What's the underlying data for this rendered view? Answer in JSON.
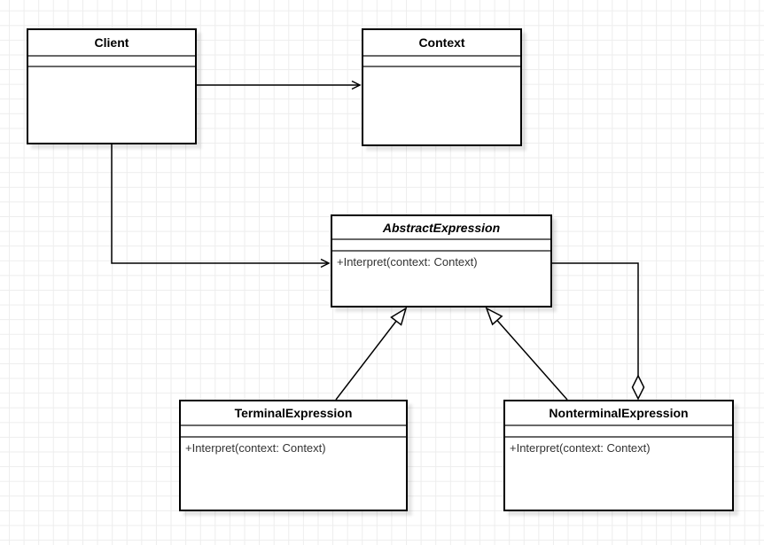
{
  "diagram": {
    "kind": "uml-class-diagram",
    "pattern": "Interpreter"
  },
  "classes": [
    {
      "id": "client",
      "name": "Client",
      "abstract": false,
      "methods": []
    },
    {
      "id": "context",
      "name": "Context",
      "abstract": false,
      "methods": []
    },
    {
      "id": "abstract-expression",
      "name": "AbstractExpression",
      "abstract": true,
      "methods": [
        "+Interpret(context: Context)"
      ]
    },
    {
      "id": "terminal-expression",
      "name": "TerminalExpression",
      "abstract": false,
      "methods": [
        "+Interpret(context: Context)"
      ]
    },
    {
      "id": "nonterminal-expression",
      "name": "NonterminalExpression",
      "abstract": false,
      "methods": [
        "+Interpret(context: Context)"
      ]
    }
  ],
  "relationships": [
    {
      "type": "association",
      "from": "Client",
      "to": "Context",
      "arrowhead": "open-arrow"
    },
    {
      "type": "association",
      "from": "Client",
      "to": "AbstractExpression",
      "arrowhead": "open-arrow"
    },
    {
      "type": "generalization",
      "from": "TerminalExpression",
      "to": "AbstractExpression",
      "arrowhead": "hollow-triangle"
    },
    {
      "type": "generalization",
      "from": "NonterminalExpression",
      "to": "AbstractExpression",
      "arrowhead": "hollow-triangle"
    },
    {
      "type": "aggregation",
      "from": "AbstractExpression",
      "to": "NonterminalExpression",
      "arrowhead": "hollow-diamond"
    }
  ],
  "colors": {
    "box_border": "#000000",
    "compartment_divider": "#686868",
    "title_text": "#000000",
    "method_text": "#333333",
    "edge_stroke": "#000000",
    "grid_line": "#ededed",
    "canvas_background": "#ffffff"
  }
}
